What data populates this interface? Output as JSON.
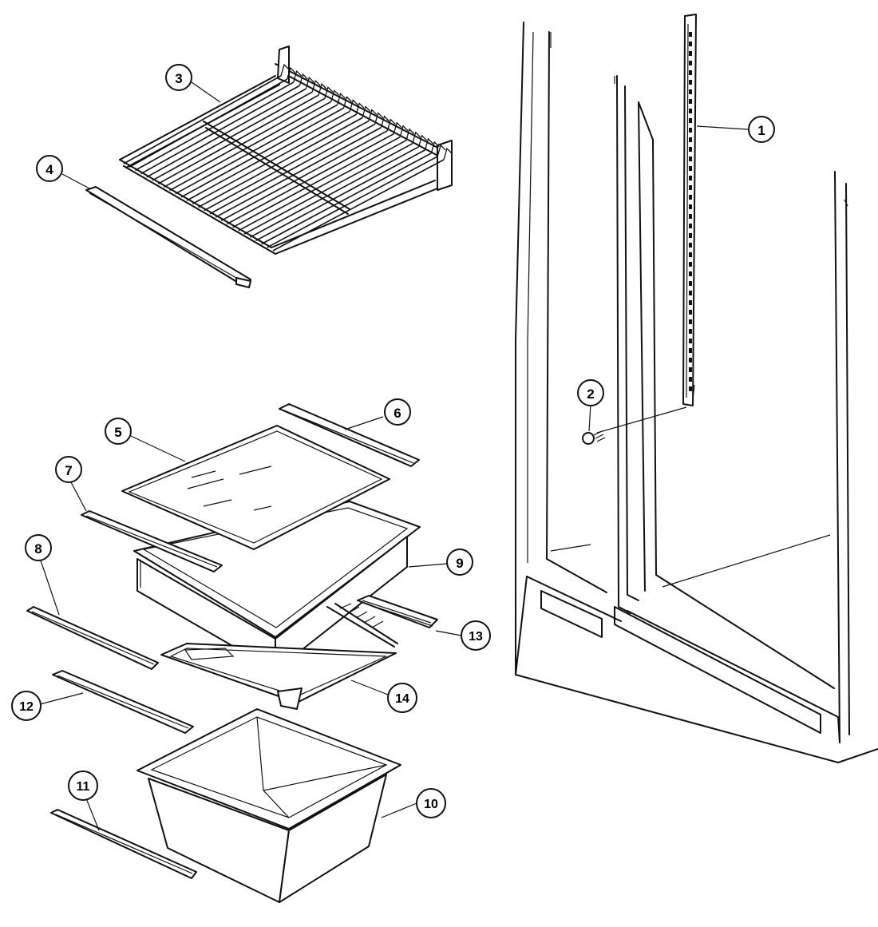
{
  "callouts": [
    {
      "id": "1",
      "label": "1"
    },
    {
      "id": "2",
      "label": "2"
    },
    {
      "id": "3",
      "label": "3"
    },
    {
      "id": "4",
      "label": "4"
    },
    {
      "id": "5",
      "label": "5"
    },
    {
      "id": "6",
      "label": "6"
    },
    {
      "id": "7",
      "label": "7"
    },
    {
      "id": "8",
      "label": "8"
    },
    {
      "id": "9",
      "label": "9"
    },
    {
      "id": "10",
      "label": "10"
    },
    {
      "id": "11",
      "label": "11"
    },
    {
      "id": "12",
      "label": "12"
    },
    {
      "id": "13",
      "label": "13"
    },
    {
      "id": "14",
      "label": "14"
    }
  ],
  "colors": {
    "ink": "#111111",
    "paper": "#ffffff"
  }
}
